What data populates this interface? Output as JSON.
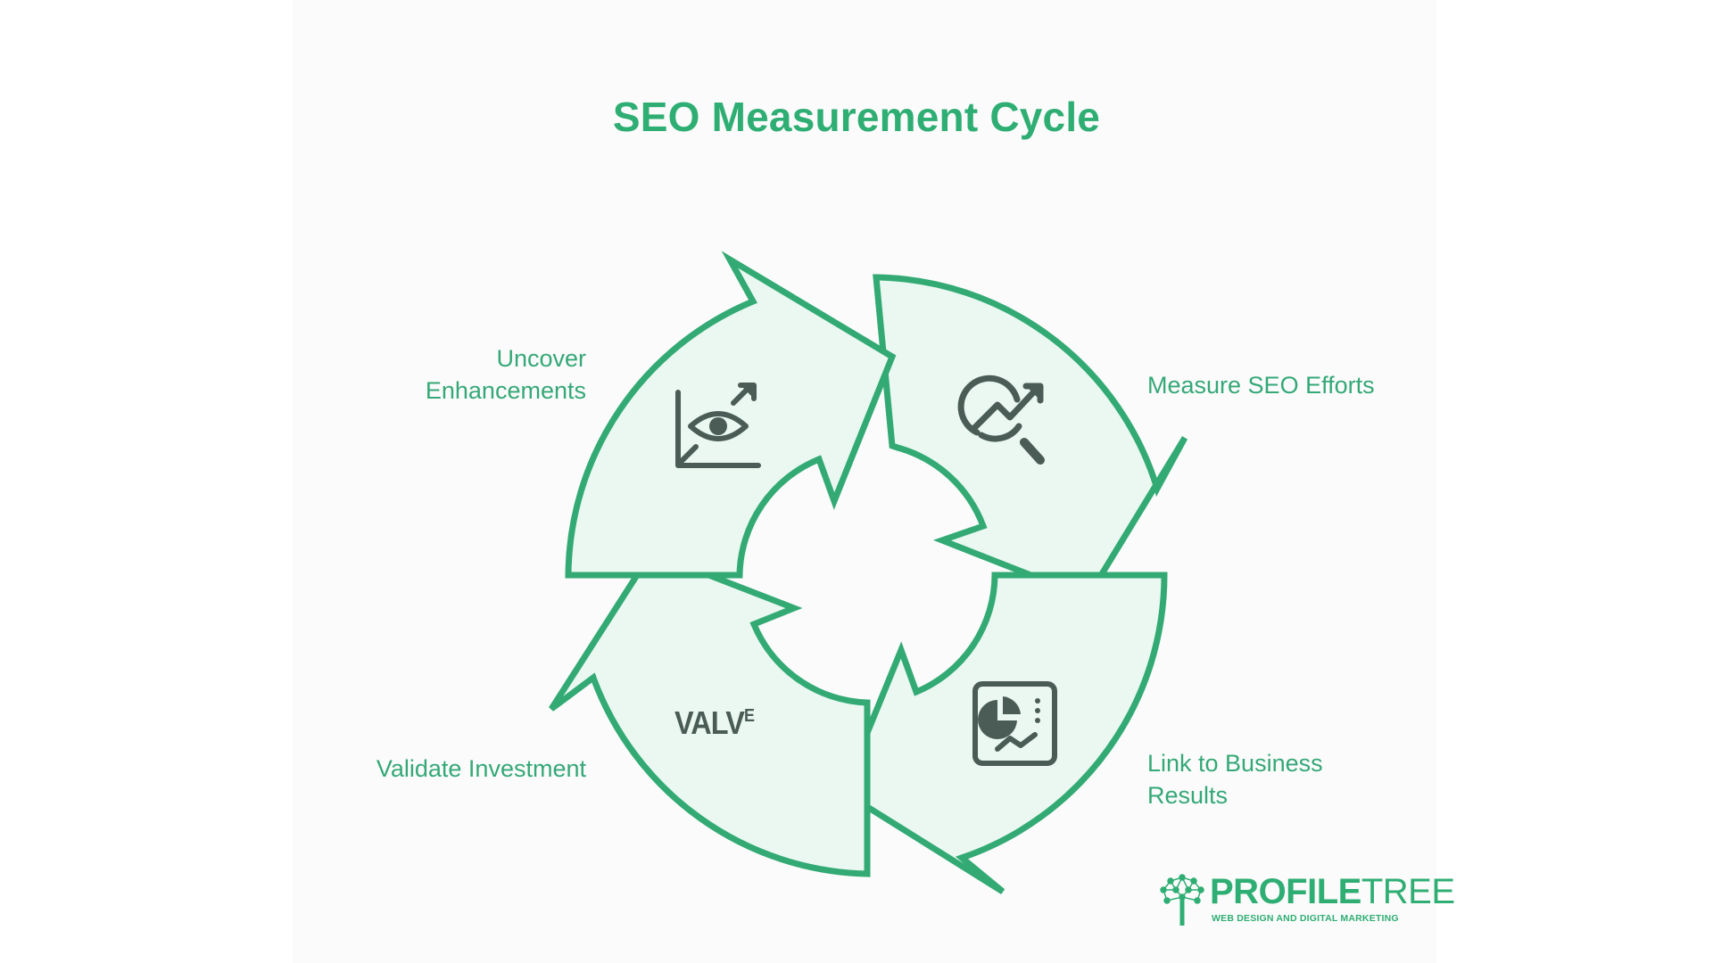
{
  "title": "SEO Measurement Cycle",
  "colors": {
    "accent": "#2fae74",
    "label": "#35a877",
    "fill": "#eaf8f1",
    "icon": "#4b5c57",
    "background": "#ffffff",
    "panel": "#fbfbfb"
  },
  "steps": [
    {
      "label_line1": "Measure SEO Efforts",
      "label_line2": "",
      "icon": "search-trend-icon",
      "position": "top-right"
    },
    {
      "label_line1": "Link to Business",
      "label_line2": "Results",
      "icon": "dashboard-chart-icon",
      "position": "bottom-right"
    },
    {
      "label_line1": "Validate Investment",
      "label_line2": "",
      "icon": "value-text-icon",
      "icon_text": "VALV",
      "icon_text_sup": "E",
      "position": "bottom-left"
    },
    {
      "label_line1": "Uncover",
      "label_line2": "Enhancements",
      "icon": "eye-insight-icon",
      "position": "top-left"
    }
  ],
  "logo": {
    "name_bold": "PROFILE",
    "name_thin": "TREE",
    "tagline": "WEB DESIGN AND DIGITAL MARKETING"
  }
}
